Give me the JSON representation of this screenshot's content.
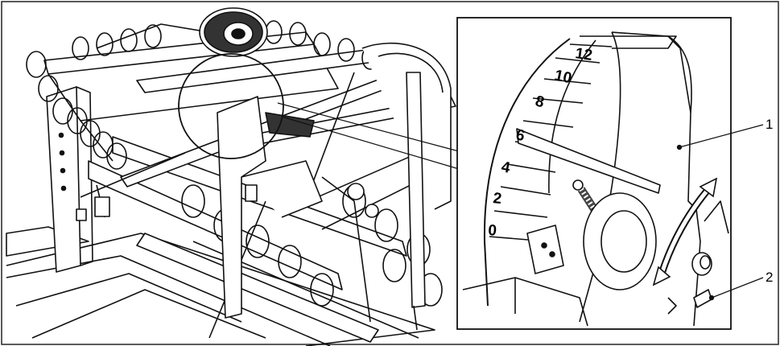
{
  "detail": {
    "scale_labels": [
      "12",
      "10",
      "8",
      "6",
      "4",
      "2",
      "0"
    ]
  },
  "callouts": {
    "one": "1",
    "two": "2"
  }
}
